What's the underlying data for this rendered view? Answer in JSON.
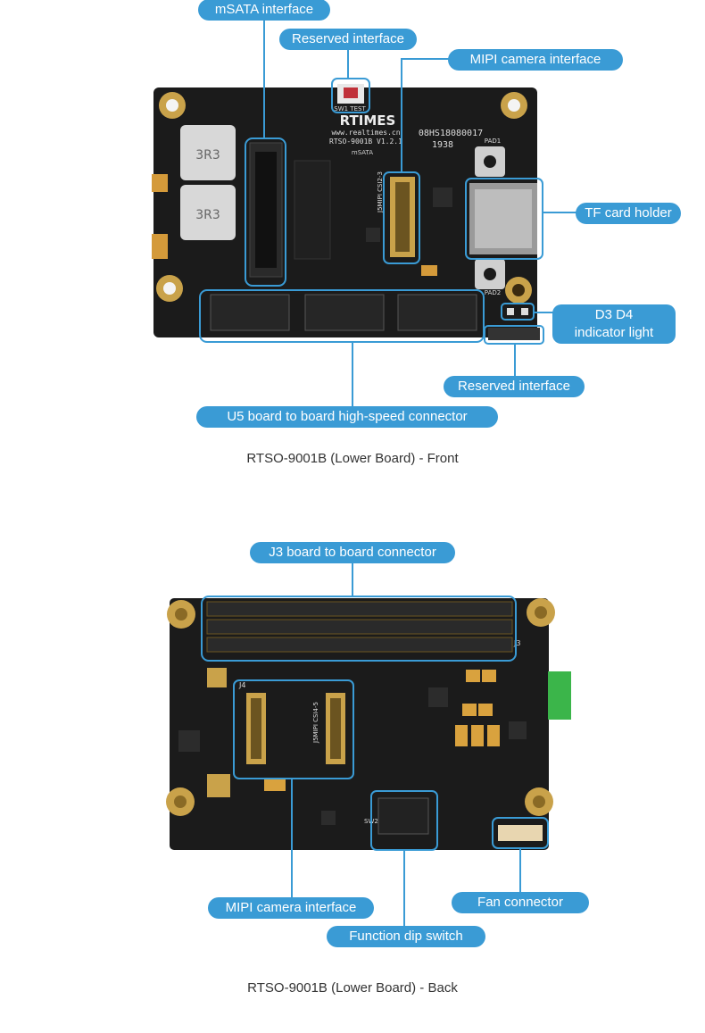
{
  "front": {
    "labels": {
      "msata": "mSATA interface",
      "reserved_top": "Reserved interface",
      "mipi": "MIPI camera interface",
      "tf": "TF card holder",
      "indicator_line1": "D3 D4",
      "indicator_line2": "indicator light",
      "reserved_bottom": "Reserved interface",
      "u5": "U5 board to board high-speed connector"
    },
    "silkscreen": {
      "logo": "RTIMES",
      "url": "www.realtimes.cn",
      "model": "RTSO-9001B V1.2.1",
      "serial": "08HS18080017",
      "date": "1938",
      "msata": "mSATA",
      "mipi": "J5MIPI CSI2-3",
      "switch": "SW1 TEST",
      "inductor": "3R3",
      "pad1": "PAD1",
      "pad2": "PAD2"
    },
    "caption": "RTSO-9001B (Lower Board) - Front"
  },
  "back": {
    "labels": {
      "j3": "J3 board to board connector",
      "mipi": "MIPI camera interface",
      "fan": "Fan connector",
      "dip": "Function dip switch"
    },
    "silkscreen": {
      "j3": "J3",
      "j4": "J4",
      "j5": "J5MIPI CSI4-5",
      "sw2": "SW2"
    },
    "caption": "RTSO-9001B (Lower Board) - Back"
  },
  "colors": {
    "accent": "#3a9bd5",
    "pcb": "#1a1a1a",
    "gold": "#c9a24a",
    "caption": "#333333"
  }
}
